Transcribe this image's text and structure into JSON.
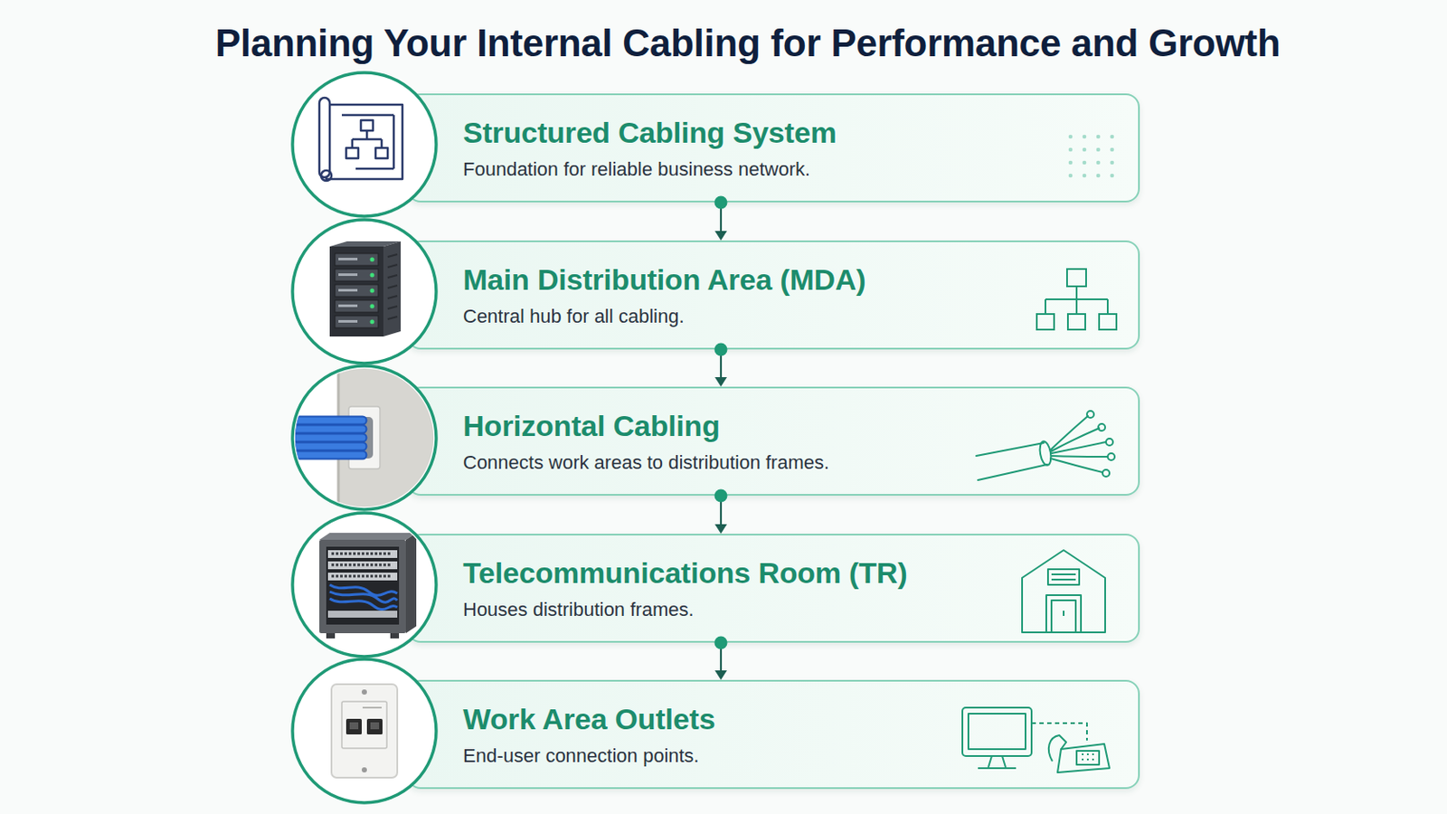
{
  "diagram": {
    "title": "Planning Your Internal Cabling for Performance and Growth",
    "nodes": [
      {
        "text": [
          "Structured Cabling System",
          "Foundation for reliable business network."
        ]
      },
      {
        "text": [
          "Main Distribution Area (MDA)",
          "Central hub for all cabling."
        ]
      },
      {
        "text": [
          "Horizontal Cabling",
          "Connects work areas to distribution frames."
        ]
      },
      {
        "text": [
          "Telecommunications Room (TR)",
          "Houses distribution frames."
        ]
      },
      {
        "text": [
          "Work Area Outlets",
          "End-user connection points."
        ]
      }
    ],
    "edges": [
      {
        "from": 0,
        "to": 1,
        "arrow": "to"
      },
      {
        "from": 1,
        "to": 2,
        "arrow": "to"
      },
      {
        "from": 2,
        "to": 3,
        "arrow": "to"
      },
      {
        "from": 3,
        "to": 4,
        "arrow": "to"
      }
    ]
  }
}
